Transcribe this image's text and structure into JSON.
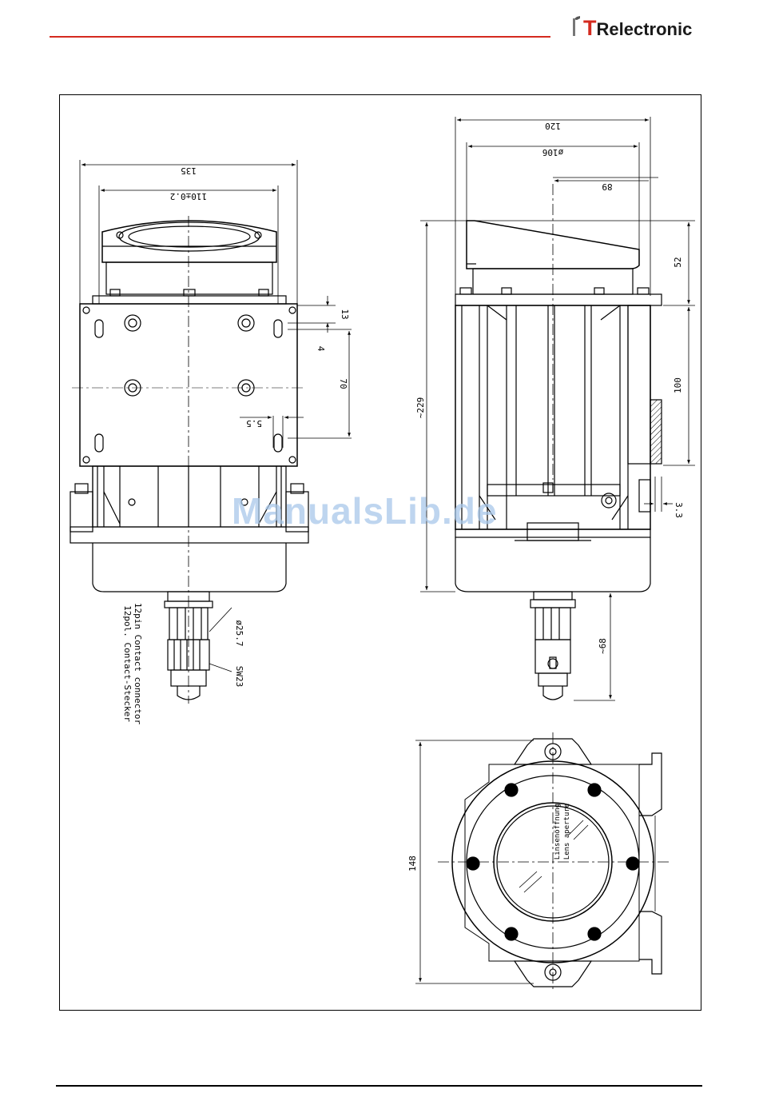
{
  "header": {
    "brand_prefix": "T",
    "brand_rest": "Relectronic",
    "brand_color": "#d42a1f",
    "rule_color": "#d42a1f"
  },
  "watermark": "ManualsLib.de",
  "left_view": {
    "dims": {
      "width_total": "135",
      "width_pitch": "110±0.2",
      "offset_13": "13",
      "offset_4": "4",
      "pitch_70": "70",
      "slot_55": "5.5",
      "connector_dia": "ø25.7",
      "wrench": "SW23"
    },
    "connector_label_de": "12pol. Contact-Stecker",
    "connector_label_en": "12pin Contact connector"
  },
  "side_view": {
    "dims": {
      "width_120": "120",
      "dia_106": "ø106",
      "dim_89": "89",
      "height_52": "52",
      "height_100": "100",
      "height_229": "~229",
      "dim_33": "3.3",
      "dim_68": "~68"
    }
  },
  "bottom_view": {
    "dims": {
      "height_148": "148"
    },
    "aperture_label_de": "Linsenöffnung",
    "aperture_label_en": "Lens aperture"
  }
}
